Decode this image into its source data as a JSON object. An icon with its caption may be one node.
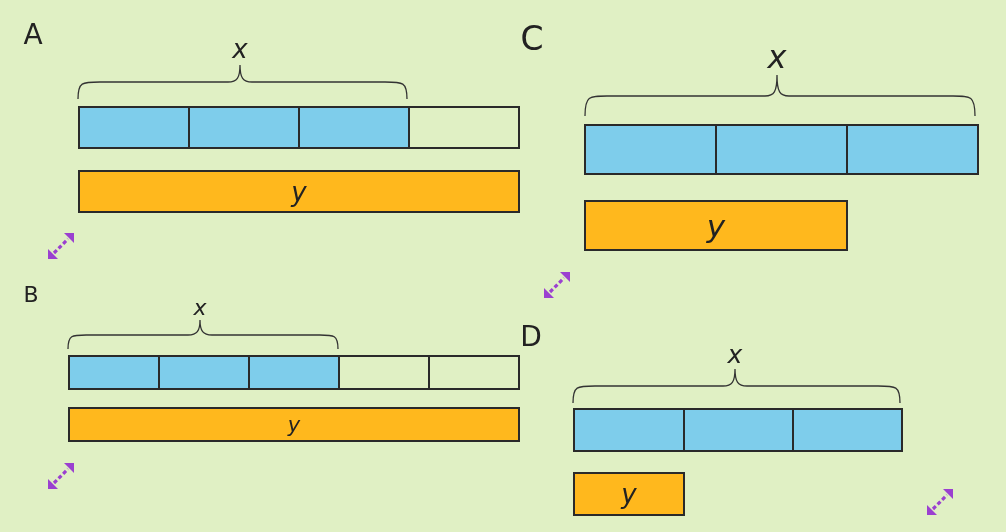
{
  "diagram": {
    "nodes": [
      {
        "text": [],
        "shape": "box"
      },
      {
        "text": [],
        "shape": "box"
      },
      {
        "text": [],
        "shape": "box"
      },
      {
        "text": [],
        "shape": "box"
      },
      {
        "text": [
          "y"
        ]
      },
      {
        "text": [],
        "shape": "box"
      },
      {
        "text": [],
        "shape": "box"
      },
      {
        "text": [],
        "shape": "box"
      },
      {
        "text": [],
        "shape": "box"
      },
      {
        "text": [],
        "shape": "box"
      },
      {
        "text": [
          "y"
        ]
      },
      {
        "text": [],
        "shape": "box"
      },
      {
        "text": [],
        "shape": "box"
      },
      {
        "text": [],
        "shape": "box"
      },
      {
        "text": [
          "y"
        ]
      },
      {
        "text": [],
        "shape": "box"
      },
      {
        "text": [],
        "shape": "box"
      },
      {
        "text": [],
        "shape": "box"
      },
      {
        "text": [
          "y"
        ]
      }
    ],
    "labels": [
      "A",
      "x",
      "B",
      "x",
      "C",
      "x",
      "D",
      "x"
    ]
  }
}
